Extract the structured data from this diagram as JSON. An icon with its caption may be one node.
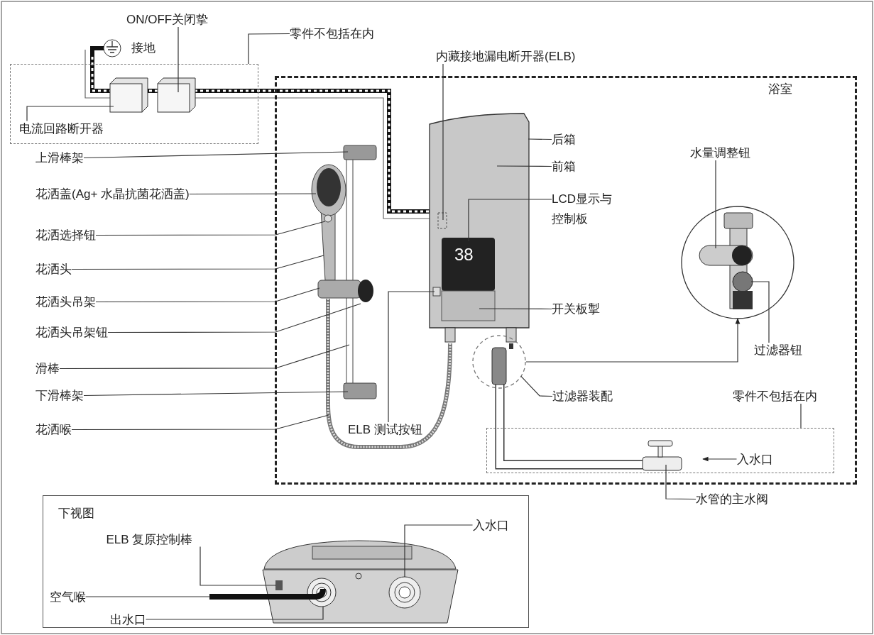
{
  "diagram": {
    "nodes": [
      {
        "text": [
          "ON/OFF关闭挚"
        ]
      },
      {
        "text": [
          "零件不包括在内"
        ]
      },
      {
        "text": [],
        "shape": "box"
      },
      {
        "text": [
          "电流回路断开器"
        ],
        "in": 2
      },
      {
        "text": [
          "内藏接地漏电断开器(ELB)"
        ]
      },
      {
        "text": [
          "浴室"
        ]
      },
      {
        "text": [
          "上滑棒架"
        ]
      },
      {
        "text": [
          "花洒盖(Ag+ 水晶抗菌花洒盖)"
        ]
      },
      {
        "text": [
          "后箱"
        ],
        "in": 5
      },
      {
        "text": [
          "前箱"
        ],
        "in": 5
      },
      {
        "text": [
          "水量调整钮"
        ],
        "in": 5
      },
      {
        "text": [
          "LCD显示与控制板"
        ],
        "in": 5
      },
      {
        "text": [],
        "shape": "circle",
        "in": 5
      },
      {
        "text": [
          "花洒选择钮"
        ]
      },
      {
        "text": [
          "花洒头"
        ]
      },
      {
        "text": [
          "花洒头吊架"
        ]
      },
      {
        "text": [
          "花洒头吊架钮"
        ]
      },
      {
        "text": [
          "开关板掣"
        ],
        "in": 5
      },
      {
        "text": [
          "过滤器钮"
        ],
        "in": 5
      },
      {
        "text": [
          "滑棒"
        ]
      },
      {
        "text": [],
        "shape": "circle",
        "in": 5
      },
      {
        "text": [
          "下滑棒架"
        ]
      },
      {
        "text": [
          "过滤器装配"
        ],
        "in": 5
      },
      {
        "text": [
          "零件不包括在内"
        ],
        "in": 5
      },
      {
        "text": [
          "花洒喉"
        ]
      },
      {
        "text": [
          "ELB 测试按钮"
        ],
        "in": 5
      },
      {
        "text": [],
        "shape": "box",
        "in": 5
      },
      {
        "text": [
          "入水口"
        ],
        "in": 26
      },
      {
        "text": [
          "水管的主水阀"
        ]
      },
      {
        "text": [
          "下视图"
        ]
      },
      {
        "text": [
          "入水口"
        ],
        "in": 29
      },
      {
        "text": [
          "ELB 复原控制棒"
        ],
        "in": 29
      },
      {
        "text": [
          "空气喉"
        ],
        "in": 29
      },
      {
        "text": [
          "出水口"
        ],
        "in": 29
      },
      {
        "text": [],
        "shape": "picture",
        "in": 5
      },
      {
        "text": [],
        "shape": "picture",
        "in": 5
      },
      {
        "text": [],
        "shape": "picture",
        "in": 26
      },
      {
        "text": [],
        "shape": "picture",
        "in": 12
      },
      {
        "text": [],
        "shape": "picture",
        "in": 29
      },
      {
        "text": [],
        "shape": "picture",
        "in": 2
      }
    ],
    "edges": [
      {
        "from": 0,
        "to": 39,
        "arrow": "none"
      },
      {
        "from": 1,
        "to": 2,
        "arrow": "none"
      },
      {
        "from": 3,
        "to": 39,
        "arrow": "none"
      },
      {
        "from": 4,
        "to": 35,
        "arrow": "none"
      },
      {
        "from": 6,
        "to": 34,
        "arrow": "none"
      },
      {
        "from": 7,
        "to": 34,
        "arrow": "none"
      },
      {
        "from": 8,
        "to": 35,
        "arrow": "none"
      },
      {
        "from": 9,
        "to": 35,
        "arrow": "none"
      },
      {
        "from": 10,
        "to": 37,
        "arrow": "none"
      },
      {
        "from": 11,
        "to": 35,
        "arrow": "none"
      },
      {
        "from": 13,
        "to": 34,
        "arrow": "none"
      },
      {
        "from": 14,
        "to": 34,
        "arrow": "none"
      },
      {
        "from": 15,
        "to": 34,
        "arrow": "none"
      },
      {
        "from": 16,
        "to": 34,
        "arrow": "none"
      },
      {
        "from": 17,
        "to": 35,
        "arrow": "none"
      },
      {
        "from": 18,
        "to": 37,
        "arrow": "none"
      },
      {
        "from": 19,
        "to": 34,
        "arrow": "none"
      },
      {
        "from": 21,
        "to": 34,
        "arrow": "none"
      },
      {
        "from": 22,
        "to": 20,
        "arrow": "none"
      },
      {
        "from": 20,
        "to": 12,
        "arrow": "to"
      },
      {
        "from": 23,
        "to": 26,
        "arrow": "none"
      },
      {
        "from": 24,
        "to": null,
        "arrow": "none"
      },
      {
        "from": 25,
        "to": 35,
        "arrow": "none"
      },
      {
        "from": 27,
        "to": null,
        "arrow": "to"
      },
      {
        "from": 28,
        "to": 36,
        "arrow": "none"
      },
      {
        "from": 30,
        "to": 38,
        "arrow": "none"
      },
      {
        "from": 31,
        "to": 38,
        "arrow": "none"
      },
      {
        "from": 32,
        "to": 38,
        "arrow": "none"
      },
      {
        "from": 33,
        "to": 38,
        "arrow": "none"
      }
    ],
    "labels": [
      "接地",
      "38"
    ]
  }
}
